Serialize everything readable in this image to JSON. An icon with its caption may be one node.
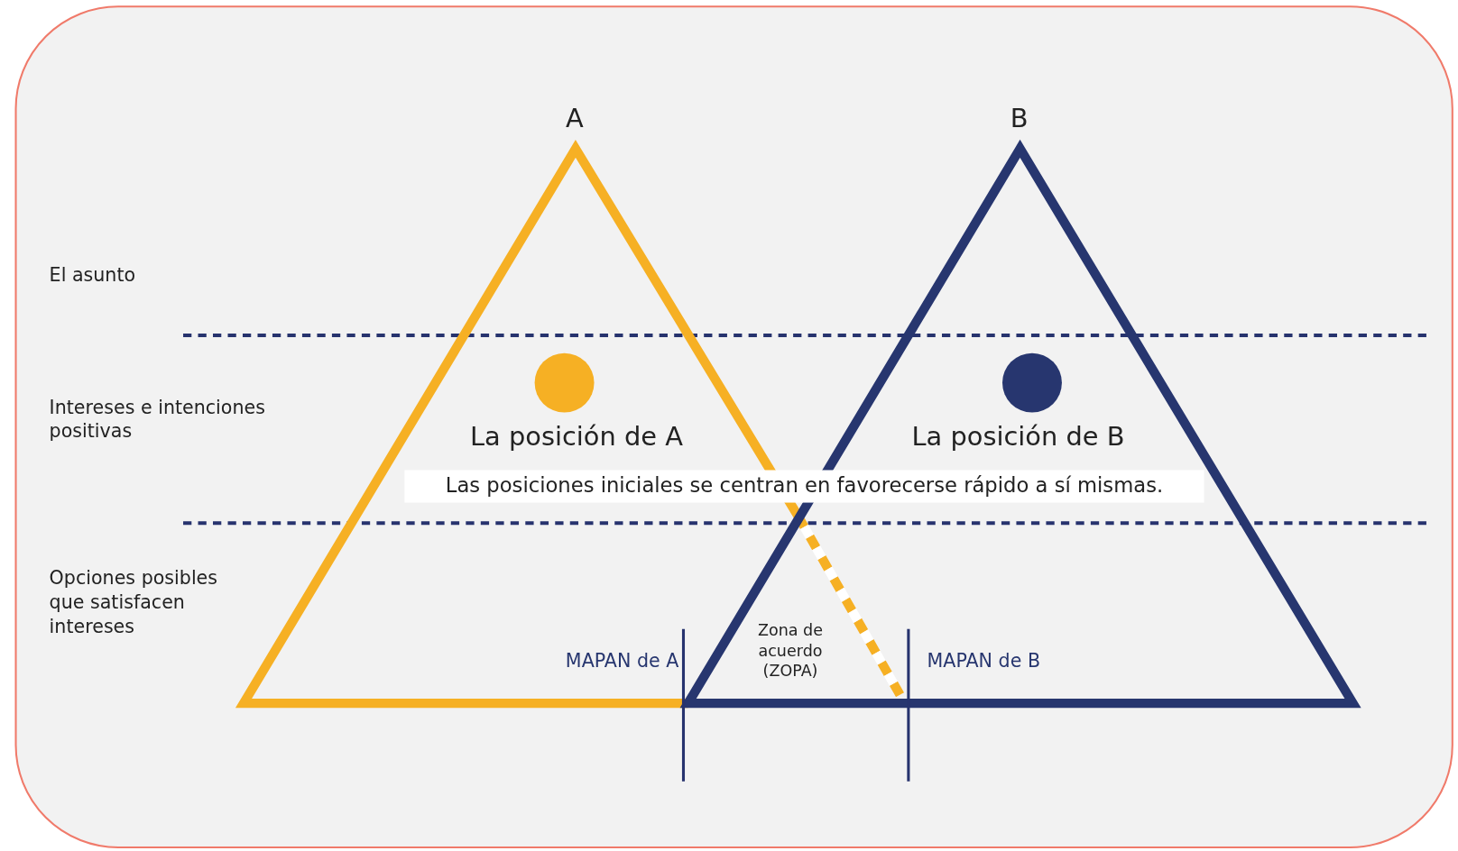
{
  "diagram": {
    "labels": [
      "A",
      "B",
      "El asunto",
      "Intereses e intenciones positivas",
      "La posición de A",
      "La posición de B",
      "Las posiciones iniciales se centran en favorecerse rápido a sí mismas.",
      "Opciones posibles que satisfacen intereses",
      "Zona de acuerdo (ZOPA)",
      "MAPAN de A",
      "MAPAN de B"
    ]
  }
}
